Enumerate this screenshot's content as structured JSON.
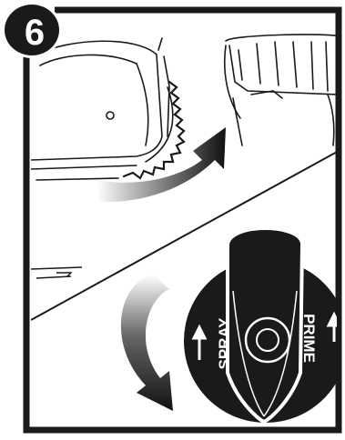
{
  "step": {
    "number": "6"
  },
  "knob": {
    "left_label": "SPRAY",
    "right_label": "PRIME"
  },
  "colors": {
    "ink": "#1a1a1a",
    "paper": "#ffffff",
    "gradient_light": "#f5f5f5"
  },
  "icons": {
    "top_arrow": "curved-arrow-clockwise-icon",
    "bottom_arrow": "curved-arrow-counterclockwise-icon"
  }
}
